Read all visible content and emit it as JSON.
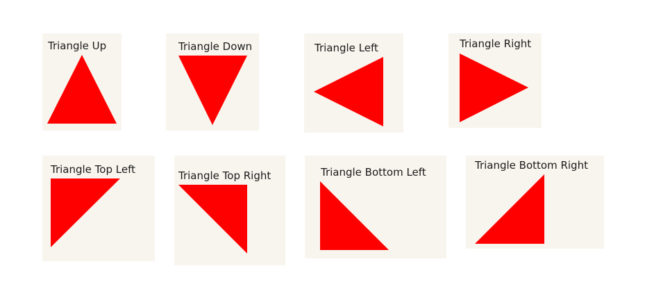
{
  "shapes": [
    {
      "id": "up",
      "label": "Triangle Up",
      "color": "#ff0000"
    },
    {
      "id": "down",
      "label": "Triangle Down",
      "color": "#ff0000"
    },
    {
      "id": "left",
      "label": "Triangle Left",
      "color": "#ff0000"
    },
    {
      "id": "right",
      "label": "Triangle Right",
      "color": "#ff0000"
    },
    {
      "id": "tl",
      "label": "Triangle Top Left",
      "color": "#ff0000"
    },
    {
      "id": "tr",
      "label": "Triangle Top Right",
      "color": "#ff0000"
    },
    {
      "id": "bl",
      "label": "Triangle Bottom Left",
      "color": "#ff0000"
    },
    {
      "id": "br",
      "label": "Triangle Bottom Right",
      "color": "#ff0000"
    }
  ],
  "colors": {
    "card_background": "#f8f5ee",
    "shape_fill": "#ff0000",
    "page_background": "#ffffff"
  }
}
